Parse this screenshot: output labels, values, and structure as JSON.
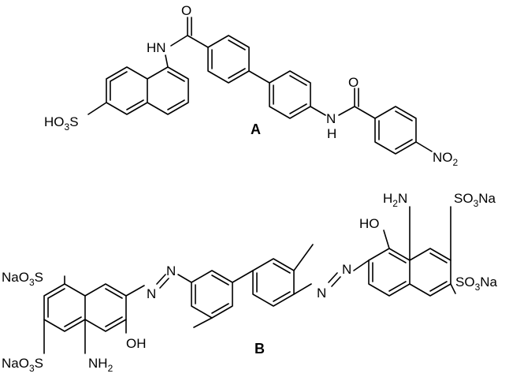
{
  "compound_A": {
    "label": "A",
    "so3h": {
      "prefix": "HO",
      "sub": "3",
      "suffix": "S"
    },
    "nh_top": "HN",
    "nh_bottom": {
      "n": "N",
      "h": "H"
    },
    "o_top": "O",
    "o_right": "O",
    "no2": {
      "prefix": "NO",
      "sub": "2"
    }
  },
  "compound_B": {
    "label": "B",
    "so3na_left_top": {
      "prefix": "NaO",
      "sub": "3",
      "suffix": "S"
    },
    "so3na_left_bottom": {
      "prefix": "NaO",
      "sub": "3",
      "suffix": "S"
    },
    "oh_left": "OH",
    "nh2_left": {
      "prefix": "NH",
      "sub": "2"
    },
    "n_left_1": "N",
    "n_left_2": "N",
    "n_right_1": "N",
    "n_right_2": "N",
    "ho_right": "HO",
    "h2n_right": {
      "prefix": "H",
      "sub": "2",
      "suffix": "N"
    },
    "so3na_right_top": {
      "prefix": "SO",
      "sub": "3",
      "suffix": "Na"
    },
    "so3na_right_bottom": {
      "prefix": "SO",
      "sub": "3",
      "suffix": "Na"
    }
  }
}
